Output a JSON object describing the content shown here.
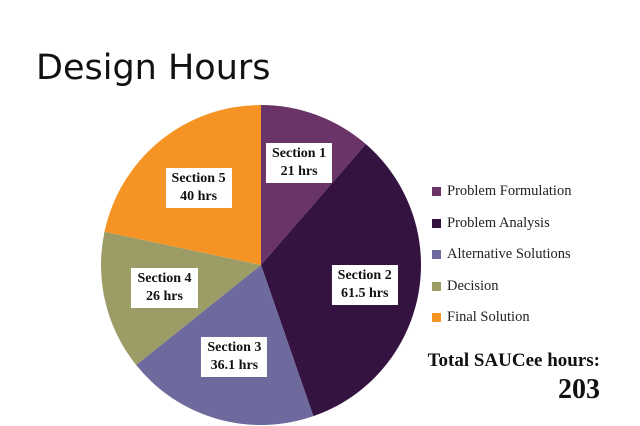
{
  "chart_data": {
    "type": "pie",
    "title": "Design Hours",
    "slices": [
      {
        "label_line1": "Section 1",
        "label_line2": "21 hrs",
        "value": 21,
        "legend": "Problem Formulation",
        "color": "#6a3468"
      },
      {
        "label_line1": "Section 2",
        "label_line2": "61.5 hrs",
        "value": 61.5,
        "legend": "Problem Analysis",
        "color": "#341340"
      },
      {
        "label_line1": "Section 3",
        "label_line2": "36.1 hrs",
        "value": 36.1,
        "legend": "Alternative Solutions",
        "color": "#6e6a9e"
      },
      {
        "label_line1": "Section 4",
        "label_line2": "26 hrs",
        "value": 26,
        "legend": "Decision",
        "color": "#9c9c66"
      },
      {
        "label_line1": "Section 5",
        "label_line2": "40 hrs",
        "value": 40,
        "legend": "Final Solution",
        "color": "#f59425"
      }
    ],
    "legend_position": "right"
  },
  "summary": {
    "total_label": "Total SAUCee hours:",
    "total_value": "203"
  }
}
